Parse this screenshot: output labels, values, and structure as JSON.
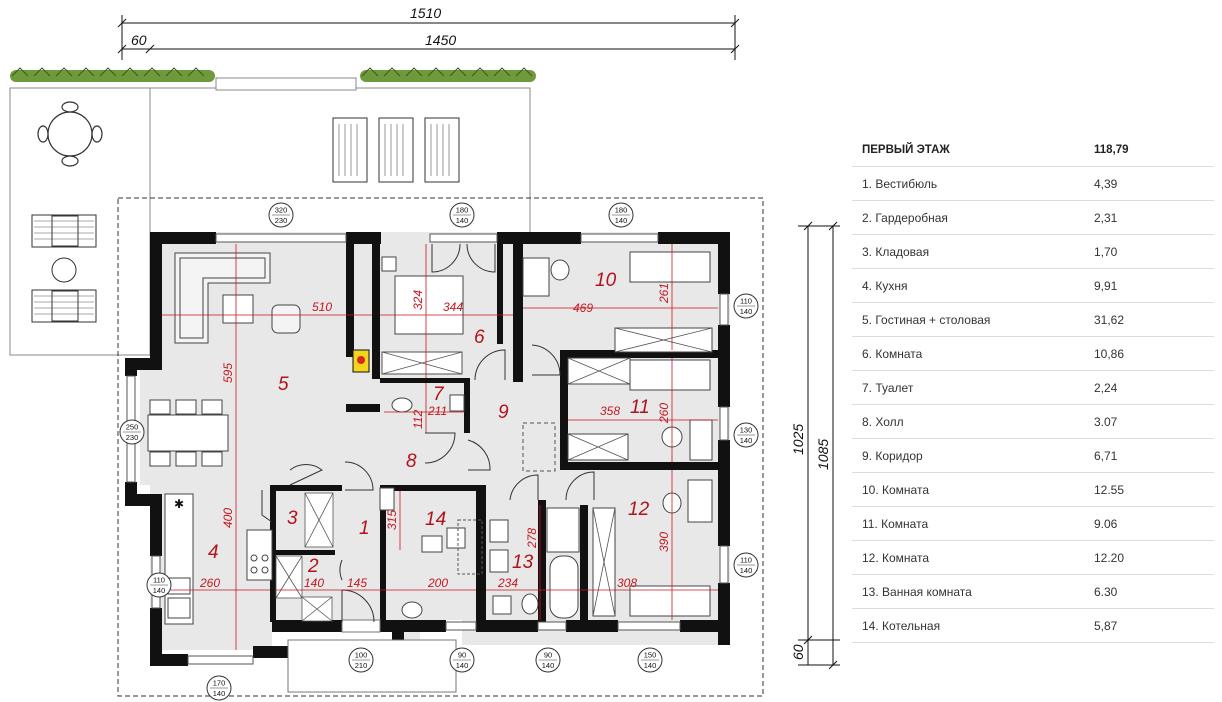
{
  "overall": {
    "width_total": "1510",
    "offset": "60",
    "width_main": "1450",
    "depth_main": "1025",
    "depth_total": "1085",
    "depth_offset": "60"
  },
  "rooms": [
    {
      "num": "1"
    },
    {
      "num": "2"
    },
    {
      "num": "3"
    },
    {
      "num": "4"
    },
    {
      "num": "5"
    },
    {
      "num": "6"
    },
    {
      "num": "7"
    },
    {
      "num": "8"
    },
    {
      "num": "9"
    },
    {
      "num": "10"
    },
    {
      "num": "11"
    },
    {
      "num": "12"
    },
    {
      "num": "13"
    },
    {
      "num": "14"
    }
  ],
  "dims": [
    "510",
    "595",
    "400",
    "324",
    "344",
    "469",
    "261",
    "112",
    "211",
    "358",
    "260",
    "278",
    "390",
    "315",
    "260",
    "140",
    "145",
    "200",
    "234",
    "308"
  ],
  "windows": [
    {
      "top": "320",
      "bottom": "230"
    },
    {
      "top": "180",
      "bottom": "140"
    },
    {
      "top": "180",
      "bottom": "140"
    },
    {
      "top": "110",
      "bottom": "140"
    },
    {
      "top": "250",
      "bottom": "230"
    },
    {
      "top": "130",
      "bottom": "140"
    },
    {
      "top": "110",
      "bottom": "140"
    },
    {
      "top": "110",
      "bottom": "140"
    },
    {
      "top": "100",
      "bottom": "210"
    },
    {
      "top": "90",
      "bottom": "140"
    },
    {
      "top": "90",
      "bottom": "140"
    },
    {
      "top": "150",
      "bottom": "140"
    },
    {
      "top": "170",
      "bottom": "140"
    }
  ],
  "legend": {
    "header": {
      "name": "ПЕРВЫЙ ЭТАЖ",
      "area": "118,79"
    },
    "items": [
      {
        "name": "1. Вестибюль",
        "area": "4,39"
      },
      {
        "name": "2. Гардеробная",
        "area": "2,31"
      },
      {
        "name": "3. Кладовая",
        "area": "1,70"
      },
      {
        "name": "4. Кухня",
        "area": "9,91"
      },
      {
        "name": "5. Гостиная + столовая",
        "area": "31,62"
      },
      {
        "name": "6. Комната",
        "area": "10,86"
      },
      {
        "name": "7. Туалет",
        "area": "2,24"
      },
      {
        "name": "8. Холл",
        "area": "3.07"
      },
      {
        "name": "9. Коридор",
        "area": "6,71"
      },
      {
        "name": "10. Комната",
        "area": "12.55"
      },
      {
        "name": "11. Комната",
        "area": "9.06"
      },
      {
        "name": "12. Комната",
        "area": "12.20"
      },
      {
        "name": "13. Ванная комната",
        "area": "6.30"
      },
      {
        "name": "14. Котельная",
        "area": "5,87"
      }
    ]
  }
}
